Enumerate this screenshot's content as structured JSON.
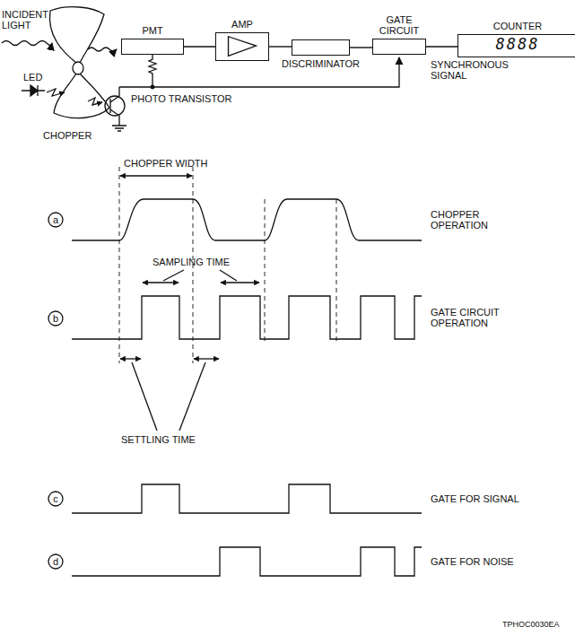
{
  "diagram": {
    "nodes": [
      {
        "text": [
          "PMT"
        ]
      },
      {
        "text": [
          "AMP"
        ]
      },
      {
        "text": [
          "DISCRIMINATOR"
        ]
      },
      {
        "text": [
          "GATE CIRCUIT"
        ]
      },
      {
        "text": [
          "COUNTER",
          "8888"
        ]
      }
    ],
    "edges": [
      {
        "from": 0,
        "to": 1,
        "arrow": "none"
      },
      {
        "from": 1,
        "to": 2,
        "arrow": "none"
      },
      {
        "from": 2,
        "to": 3,
        "arrow": "none"
      },
      {
        "from": 3,
        "to": 4,
        "arrow": "none"
      }
    ],
    "labels": [
      "INCIDENT LIGHT",
      "LED",
      "CHOPPER",
      "PHOTO TRANSISTOR",
      "SYNCHRONOUS SIGNAL",
      "CHOPPER WIDTH",
      "a",
      "CHOPPER OPERATION",
      "SAMPLING TIME",
      "b",
      "GATE CIRCUIT OPERATION",
      "SETTLING TIME",
      "c",
      "GATE FOR SIGNAL",
      "d",
      "GATE FOR NOISE",
      "TPHOC0030EA"
    ]
  }
}
